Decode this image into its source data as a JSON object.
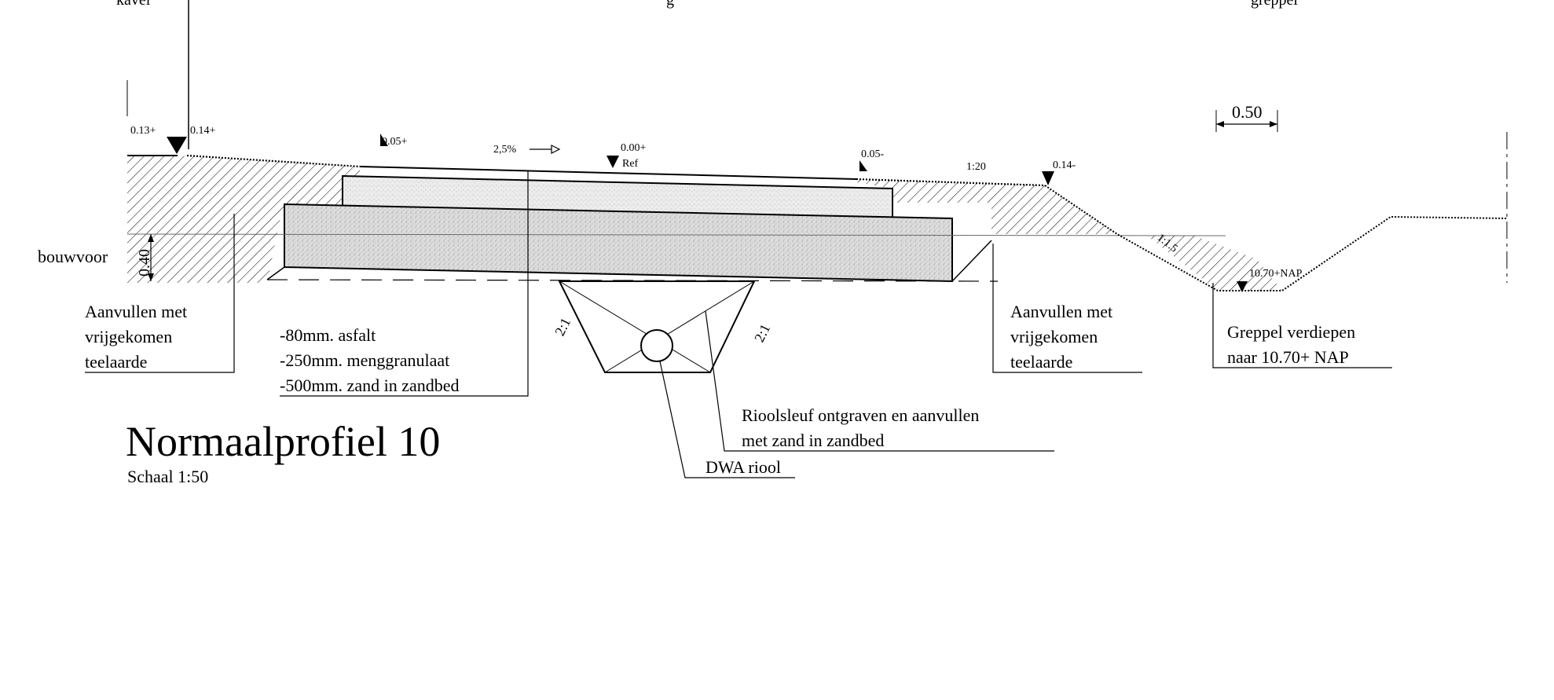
{
  "top_labels": {
    "left": "kavel",
    "middle": "g",
    "right": "greppel"
  },
  "levels": {
    "l013": "0.13+",
    "l014a": "0.14+",
    "l005a": "0.05+",
    "l000": "0.00+",
    "lref": "Ref",
    "l005b": "0.05-",
    "l014b": "0.14-",
    "lnap": "10.70+NAP"
  },
  "slope_road": "2,5%",
  "slope_shoulder": "1:20",
  "slope_ditch": "1:1.5",
  "slope_trench_left": "2:1",
  "slope_trench_right": "2:1",
  "dim_width": "0.50",
  "dim_height": "0.40",
  "bouwvoor": "bouwvoor",
  "note_left": {
    "l1": "Aanvullen met",
    "l2": "vrijgekomen",
    "l3": "teelaarde"
  },
  "layers": {
    "l1": "-80mm. asfalt",
    "l2": "-250mm. menggranulaat",
    "l3": "-500mm. zand in zandbed"
  },
  "note_right": {
    "l1": "Aanvullen met",
    "l2": "vrijgekomen",
    "l3": "teelaarde"
  },
  "note_ditch": {
    "l1": "Greppel verdiepen",
    "l2": "naar 10.70+ NAP"
  },
  "note_trench": {
    "l1": "Rioolsleuf ontgraven en aanvullen",
    "l2": "met zand in zandbed"
  },
  "pipe_label": "DWA riool",
  "title": "Normaalprofiel 10",
  "scale": "Schaal 1:50"
}
